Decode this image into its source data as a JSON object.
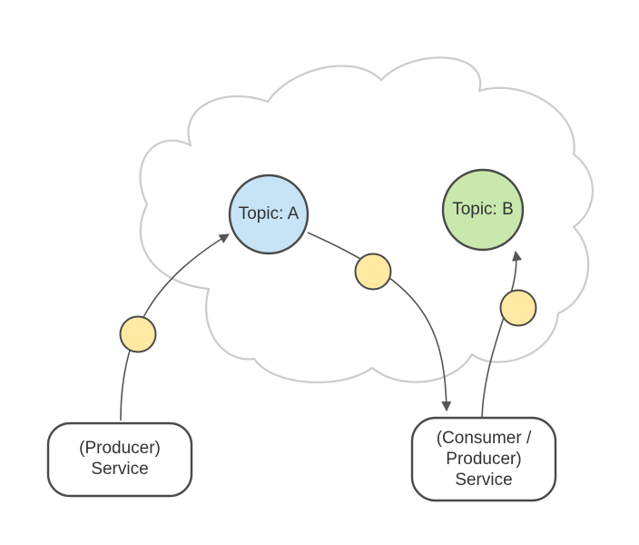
{
  "colors": {
    "cloud_stroke": "#cccccc",
    "arrow": "#555555",
    "node_stroke": "#4a4a4a",
    "topic_a_fill": "#c7e4f7",
    "topic_b_fill": "#c8e8ae",
    "message_fill": "#ffe9a3",
    "service_fill": "#ffffff",
    "text": "#333333"
  },
  "topics": {
    "a": {
      "label": "Topic: A"
    },
    "b": {
      "label": "Topic: B"
    }
  },
  "services": {
    "producer": {
      "lines": [
        "(Producer)",
        "Service"
      ]
    },
    "consumer_producer": {
      "lines": [
        "(Consumer /",
        "Producer)",
        "Service"
      ]
    }
  }
}
